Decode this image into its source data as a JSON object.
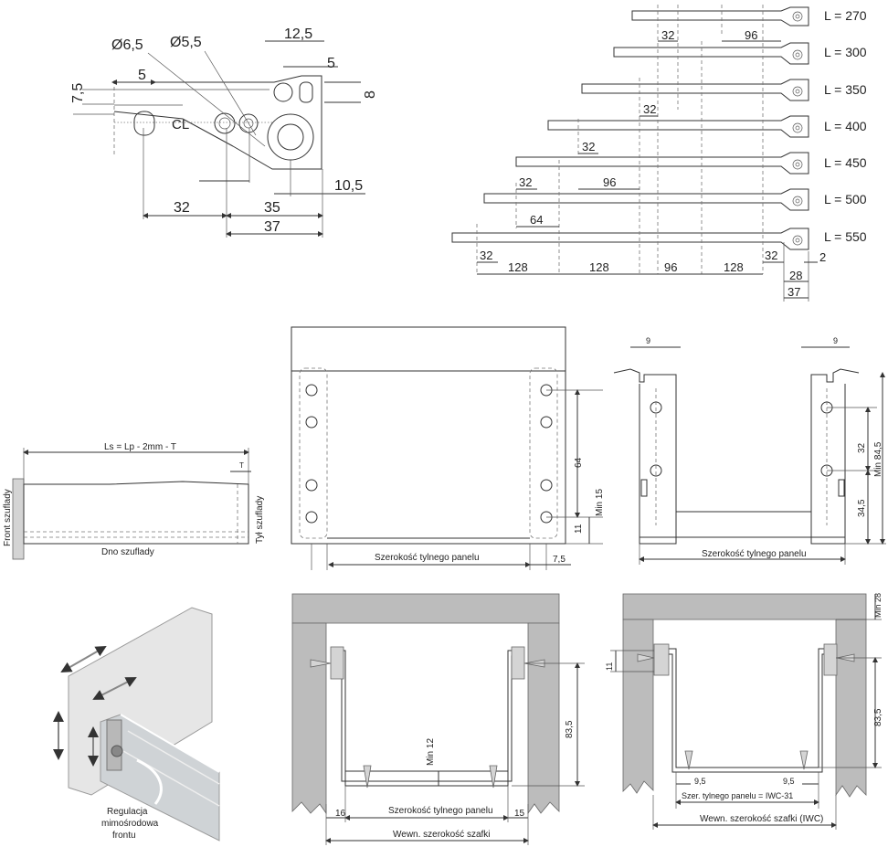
{
  "top_detail": {
    "d1": "Ø6,5",
    "d2": "Ø5,5",
    "dim_12_5": "12,5",
    "dim_5a": "5",
    "dim_5b": "5",
    "dim_7_5": "7,5",
    "dim_8": "8",
    "cl": "CL",
    "dim_10_5": "10,5",
    "dim_32": "32",
    "dim_35": "35",
    "dim_37": "37"
  },
  "runners": {
    "lengths": [
      "L = 270",
      "L = 300",
      "L = 350",
      "L = 400",
      "L = 450",
      "L = 500",
      "L = 550"
    ],
    "dims": {
      "a32_1": "32",
      "a96_1": "96",
      "a32_2": "32",
      "a32_3": "32",
      "a96_2": "96",
      "a32_4": "32",
      "a64": "64",
      "a32_5": "32",
      "a32_6": "32",
      "a2": "2",
      "b128_1": "128",
      "b128_2": "128",
      "b96": "96",
      "b128_3": "128",
      "b28": "28",
      "b37": "37"
    }
  },
  "drawer_side": {
    "formula": "Ls = Lp - 2mm - T",
    "t": "T",
    "front": "Front szuflady",
    "back": "Tył szuflady",
    "bottom": "Dno szuflady"
  },
  "back_panel": {
    "d64": "64",
    "min15": "Min 15",
    "d11": "11",
    "label": "Szerokość tylnego panelu",
    "d7_5": "7,5"
  },
  "back_panel_2": {
    "d9a": "9",
    "d9b": "9",
    "d32": "32",
    "min84_5": "Min 84,5",
    "d34_5": "34,5",
    "label": "Szerokość tylnego panelu"
  },
  "adjust": {
    "caption": [
      "Regulacja",
      "mimośrodowa",
      "frontu"
    ]
  },
  "section1": {
    "d83_5": "83,5",
    "min12": "Min 12",
    "d16": "16",
    "label": "Szerokość tylnego panelu",
    "d15": "15",
    "inner": "Wewn. szerokość szafki"
  },
  "section2": {
    "min28": "Min 28",
    "d11": "11",
    "d83_5": "83,5",
    "d9_5a": "9,5",
    "d9_5b": "9,5",
    "label": "Szer. tylnego panelu = IWC-31",
    "inner": "Wewn. szerokość szafki (IWC)"
  }
}
